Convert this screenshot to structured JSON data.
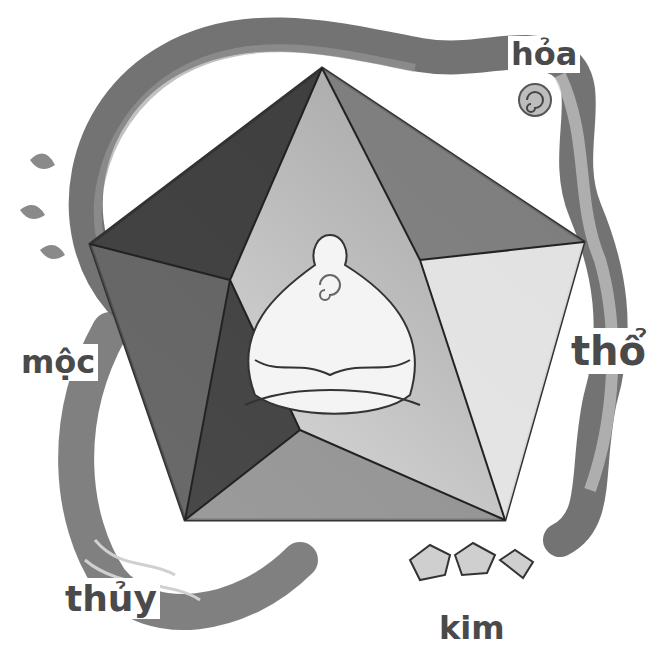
{
  "diagram": {
    "labels": [
      "hỏa",
      "thổ",
      "kim",
      "thủy",
      "mộc"
    ]
  }
}
